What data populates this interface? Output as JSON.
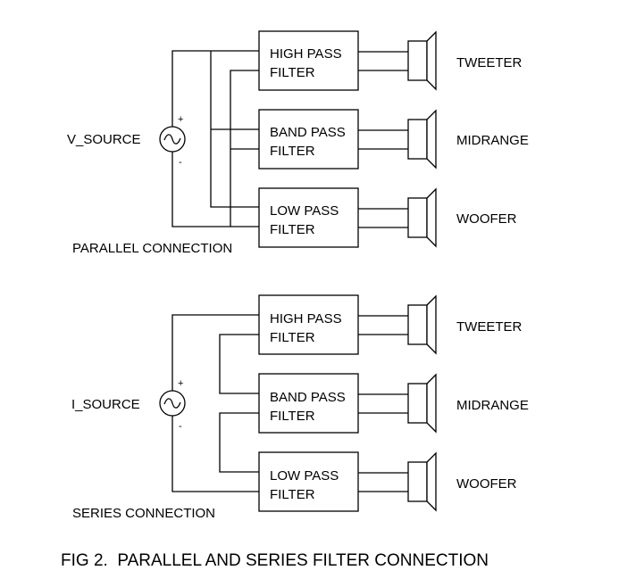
{
  "parallel": {
    "source_label": "V_SOURCE",
    "plus": "+",
    "minus": "-",
    "caption": "PARALLEL CONNECTION",
    "filters": [
      {
        "line1": "HIGH PASS",
        "line2": "FILTER",
        "speaker": "TWEETER"
      },
      {
        "line1": "BAND PASS",
        "line2": "FILTER",
        "speaker": "MIDRANGE"
      },
      {
        "line1": "LOW PASS",
        "line2": "FILTER",
        "speaker": "WOOFER"
      }
    ]
  },
  "series": {
    "source_label": "I_SOURCE",
    "plus": "+",
    "minus": "-",
    "caption": "SERIES CONNECTION",
    "filters": [
      {
        "line1": "HIGH PASS",
        "line2": "FILTER",
        "speaker": "TWEETER"
      },
      {
        "line1": "BAND PASS",
        "line2": "FILTER",
        "speaker": "MIDRANGE"
      },
      {
        "line1": "LOW PASS",
        "line2": "FILTER",
        "speaker": "WOOFER"
      }
    ]
  },
  "figure_caption": "FIG 2.  PARALLEL AND SERIES FILTER CONNECTION"
}
